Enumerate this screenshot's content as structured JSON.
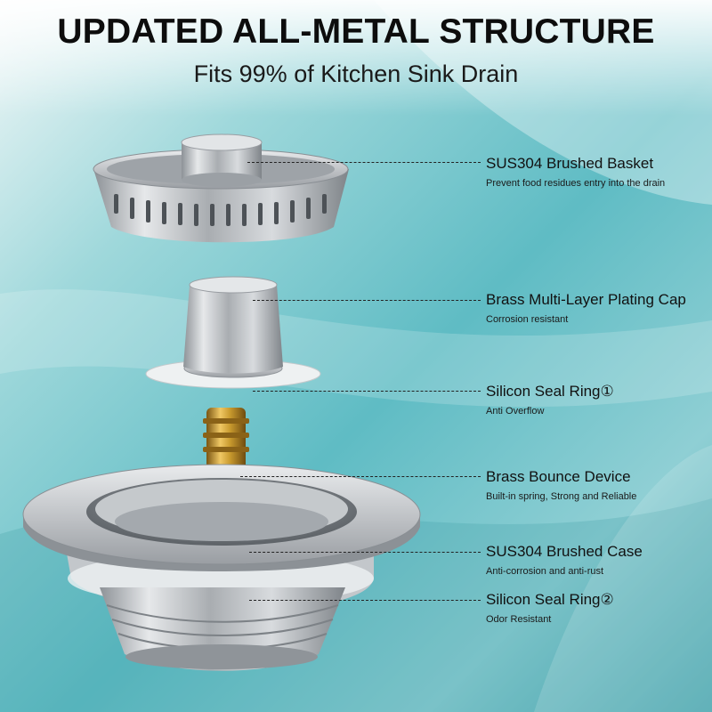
{
  "header": {
    "title": "UPDATED ALL-METAL STRUCTURE",
    "subtitle": "Fits 99% of Kitchen Sink Drain"
  },
  "parts": [
    {
      "name": "SUS304 Brushed Basket",
      "desc": "Prevent food residues entry into the drain"
    },
    {
      "name": "Brass Multi-Layer Plating Cap",
      "desc": "Corrosion resistant"
    },
    {
      "name": "Silicon Seal Ring①",
      "desc": "Anti Overflow"
    },
    {
      "name": "Brass Bounce Device",
      "desc": "Built-in spring, Strong and Reliable"
    },
    {
      "name": "SUS304 Brushed Case",
      "desc": "Anti-corrosion and anti-rust"
    },
    {
      "name": "Silicon Seal Ring②",
      "desc": "Odor Resistant"
    }
  ],
  "colors": {
    "background": "#6cc3ca",
    "steel": "#b8bcc0",
    "brass": "#c99a2e",
    "seal": "#eef1f2"
  }
}
